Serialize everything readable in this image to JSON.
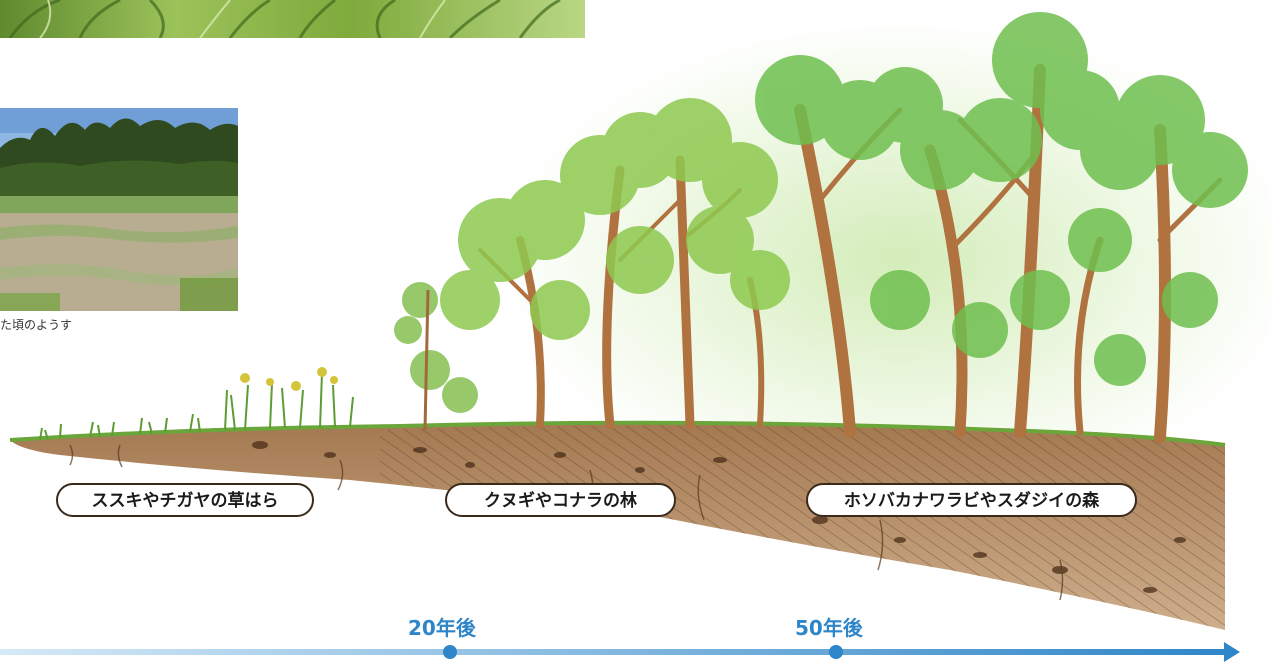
{
  "photos": {
    "grass_closeup_icon": "photo-grass-closeup",
    "field_icon": "photo-field-with-forest",
    "caption": "た頃のようす"
  },
  "stages": [
    {
      "label": "ススキやチガヤの草はら"
    },
    {
      "label": "クヌギやコナラの林"
    },
    {
      "label": "ホソバカナワラビやスダジイの森"
    }
  ],
  "timeline": {
    "marks": [
      {
        "label": "20年後"
      },
      {
        "label": "50年後"
      }
    ],
    "color": "#2e86c8"
  },
  "colors": {
    "soil": "#8a5a34",
    "foliage": "#6fbf4f",
    "trunk": "#b0723f",
    "label_border": "#3a2a1c"
  }
}
